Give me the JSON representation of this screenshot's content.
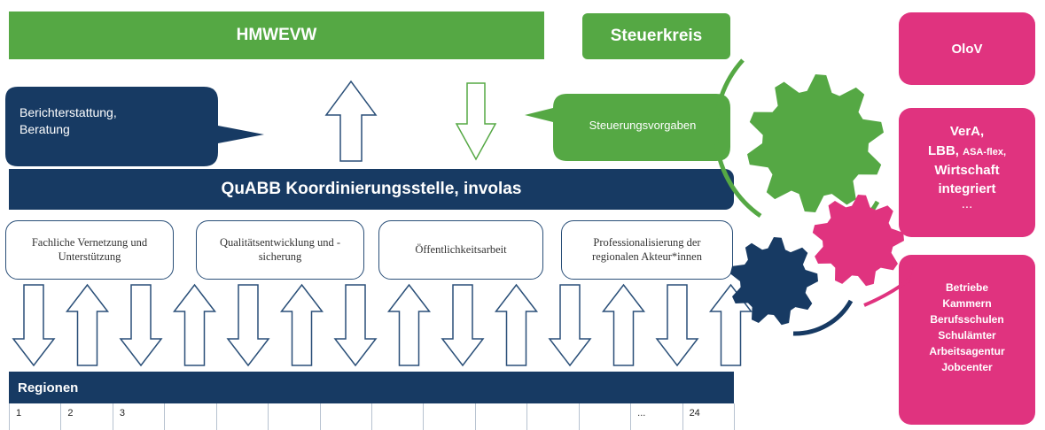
{
  "top": {
    "hmwevw": "HMWEVW",
    "steuerkreis": "Steuerkreis",
    "olov": "OloV"
  },
  "callouts": {
    "berichterstattung": [
      "Berichterstattung,",
      "Beratung"
    ],
    "steuerungsvorgaben": "Steuerungsvorgaben"
  },
  "koordinierung": "QuABB Koordinierungsstelle, involas",
  "tasks": [
    [
      "Fachliche Vernetzung und",
      "Unterstützung"
    ],
    [
      "Qualitätsentwicklung und -",
      "sicherung"
    ],
    [
      "Öffentlichkeitsarbeit"
    ],
    [
      "Professionalisierung der",
      "regionalen Akteur*innen"
    ]
  ],
  "regionen": {
    "title": "Regionen",
    "cells": [
      "1",
      "2",
      "3",
      "",
      "",
      "",
      "",
      "",
      "",
      "",
      "",
      "",
      "...",
      "24"
    ]
  },
  "partners_top": {
    "line1": "VerA,",
    "line2_a": "LBB, ",
    "line2_b": "ASA-flex,",
    "line3": "Wirtschaft",
    "line4": "integriert",
    "line5": "..."
  },
  "partners_bottom": [
    "Betriebe",
    "Kammern",
    "Berufsschulen",
    "Schulämter",
    "Arbeitsagentur",
    "Jobcenter"
  ],
  "arrow_directions": [
    "down",
    "up",
    "down",
    "up",
    "down",
    "up",
    "down",
    "up",
    "down",
    "up",
    "down",
    "up",
    "down",
    "up"
  ],
  "colors": {
    "green": "#55a844",
    "navy": "#173a63",
    "pink": "#e0337f",
    "arrow_outline": "#2a4f78"
  }
}
